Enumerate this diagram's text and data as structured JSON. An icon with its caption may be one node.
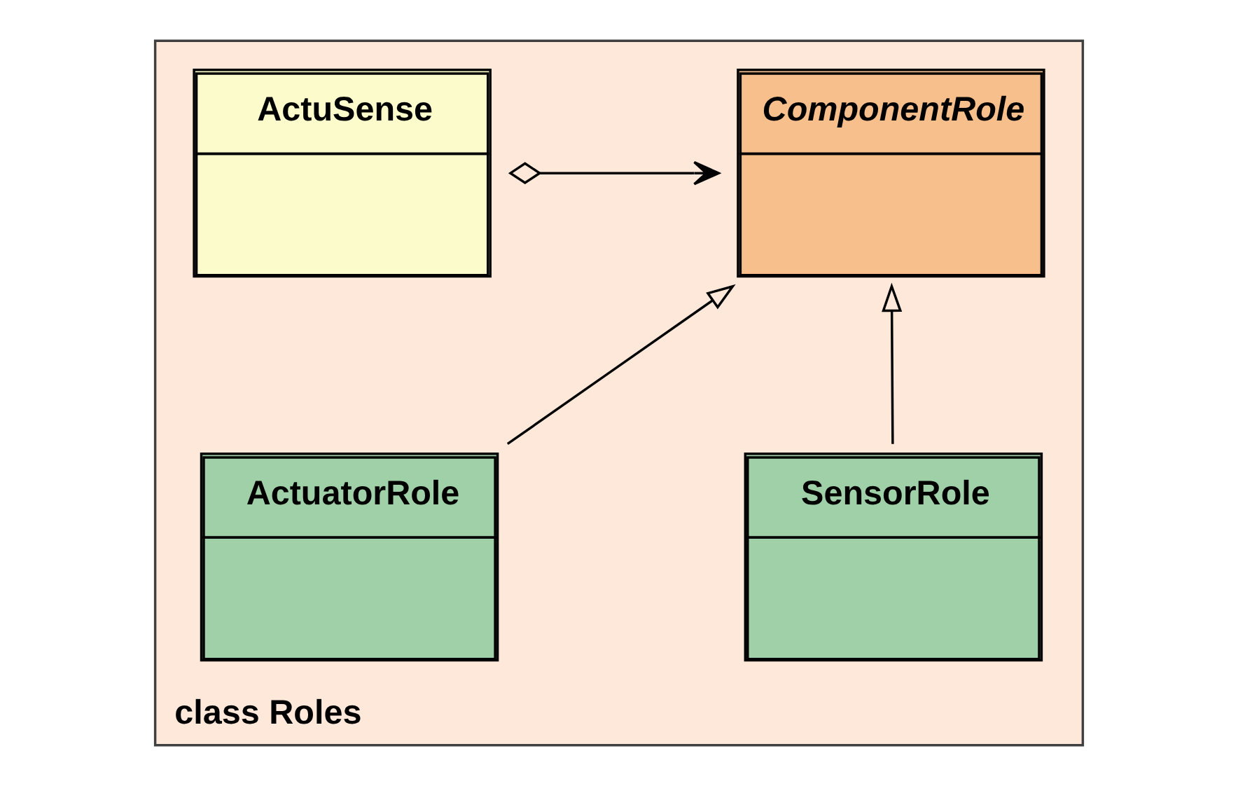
{
  "diagram": {
    "nodes": [
      {
        "text": [
          "class Roles"
        ]
      },
      {
        "text": [
          "ActuSense"
        ],
        "in": 0
      },
      {
        "text": [
          "ComponentRole"
        ],
        "in": 0
      },
      {
        "text": [
          "SensorRole"
        ],
        "in": 0
      },
      {
        "text": [
          "ActuatorRole"
        ],
        "in": 0
      }
    ],
    "edges": [
      {
        "from": 1,
        "to": 2,
        "arrow": "to"
      },
      {
        "from": 3,
        "to": 2,
        "arrow": "to"
      },
      {
        "from": 4,
        "to": 2,
        "arrow": "to"
      }
    ]
  }
}
